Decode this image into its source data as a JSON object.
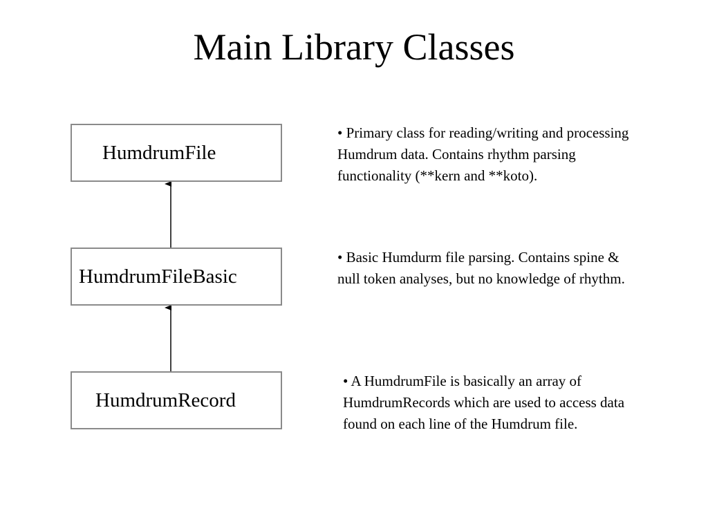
{
  "slide": {
    "title": "Main Library Classes"
  },
  "diagram": {
    "classes": [
      {
        "name": "HumdrumFile"
      },
      {
        "name": "HumdrumFileBasic"
      },
      {
        "name": "HumdrumRecord"
      }
    ],
    "descriptions": [
      {
        "text": "• Primary class for reading/writing and processing Humdrum data.  Contains rhythm parsing functionality (**kern and **koto)."
      },
      {
        "text": "• Basic Humdurm file parsing.  Contains spine & null token analyses, but no knowledge of rhythm."
      },
      {
        "text": "• A HumdrumFile is basically an array of HumdrumRecords which are used to access data found on each line of the Humdrum file."
      }
    ],
    "colors": {
      "box_border": "#8a8a8a",
      "arrow": "#000000",
      "text": "#000000"
    }
  }
}
